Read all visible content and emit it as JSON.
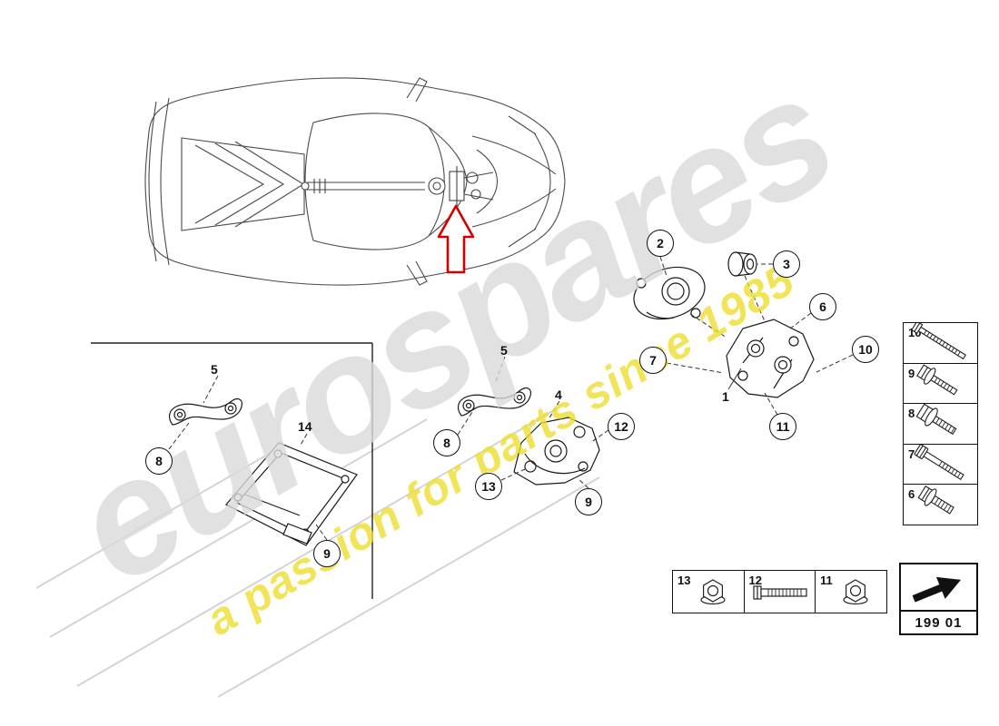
{
  "watermark": {
    "brand": "eurospares",
    "tagline": "a passion for parts since 1985",
    "brand_color": "#dadada",
    "tagline_color": "#eede30"
  },
  "callouts": [
    {
      "num": "2"
    },
    {
      "num": "3"
    },
    {
      "num": "6"
    },
    {
      "num": "10"
    },
    {
      "num": "7"
    },
    {
      "num": "11"
    },
    {
      "num": "12"
    },
    {
      "num": "8"
    },
    {
      "num": "8"
    },
    {
      "num": "13"
    },
    {
      "num": "9"
    },
    {
      "num": "9"
    }
  ],
  "labels": [
    {
      "num": "1"
    },
    {
      "num": "5"
    },
    {
      "num": "5"
    },
    {
      "num": "4"
    },
    {
      "num": "14"
    }
  ],
  "side_legend": {
    "items": [
      {
        "num": "10",
        "icon": "long-screw-icon"
      },
      {
        "num": "9",
        "icon": "flange-screw-icon"
      },
      {
        "num": "8",
        "icon": "washer-screw-icon"
      },
      {
        "num": "7",
        "icon": "socket-bolt-icon"
      },
      {
        "num": "6",
        "icon": "hex-flange-bolt-icon"
      }
    ]
  },
  "bottom_legend": {
    "items": [
      {
        "num": "13",
        "icon": "flange-nut-icon"
      },
      {
        "num": "12",
        "icon": "hex-bolt-icon"
      },
      {
        "num": "11",
        "icon": "flange-nut-icon"
      }
    ]
  },
  "part_group": {
    "code": "199 01",
    "icon": "direction-arrow-icon"
  },
  "diagram": {
    "arrow_color": "#d40000",
    "line_color": "#222222"
  }
}
